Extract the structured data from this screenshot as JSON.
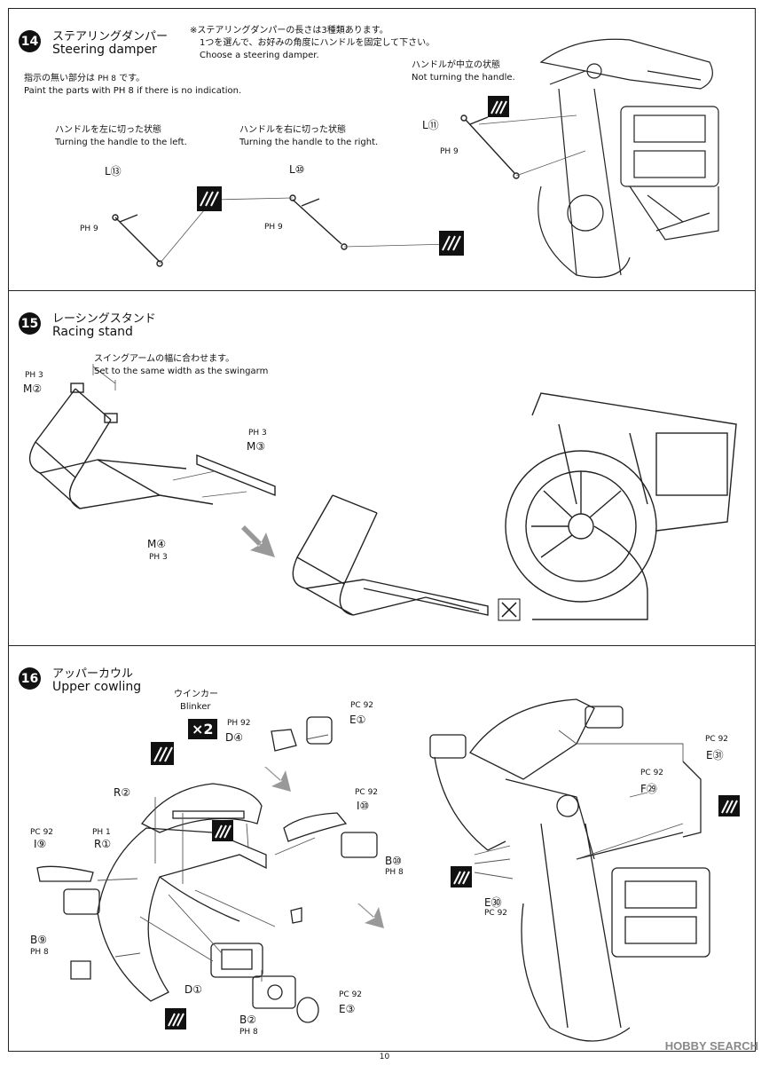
{
  "step14": {
    "num": "14",
    "title_jp": "ステアリングダンパー",
    "title_en": "Steering damper",
    "note_jp_1": "※ステアリングダンパーの長さは3種類あります。",
    "note_jp_2": "1つを選んで、お好みの角度にハンドルを固定して下さい。",
    "note_en": "Choose a steering damper.",
    "paint_jp": "指示の無い部分は",
    "paint_jp_code": "PH 8",
    "paint_jp_end": "です。",
    "paint_en": "Paint the parts with PH 8 if there is no indication.",
    "left_jp": "ハンドルを左に切った状態",
    "left_en": "Turning the handle to the left.",
    "right_jp": "ハンドルを右に切った状態",
    "right_en": "Turning the handle to the right.",
    "neutral_jp": "ハンドルが中立の状態",
    "neutral_en": "Not turning the handle.",
    "part_l13": "L⑬",
    "part_l10": "L⑩",
    "part_l11": "L⑪",
    "paint_ph9": "PH 9"
  },
  "step15": {
    "num": "15",
    "title_jp": "レーシングスタンド",
    "title_en": "Racing stand",
    "note_jp": "スイングアームの幅に合わせます。",
    "note_en": "Set to the same width as the swingarm",
    "part_m2": "M②",
    "part_m3": "M③",
    "part_m4": "M④",
    "paint_ph3": "PH 3"
  },
  "step16": {
    "num": "16",
    "title_jp": "アッパーカウル",
    "title_en": "Upper cowling",
    "blinker_jp": "ウインカー",
    "blinker_en": "Blinker",
    "x2": "×2",
    "part_r2": "R②",
    "part_r1": "R①",
    "part_i9": "I⑨",
    "part_i10": "I⑩",
    "part_b9": "B⑨",
    "part_b10": "B⑩",
    "part_b2": "B②",
    "part_d1": "D①",
    "part_d4": "D④",
    "part_e1": "E①",
    "part_e3": "E③",
    "part_e30": "E㉚",
    "part_e31": "E㉛",
    "part_f29": "F㉙",
    "paint_pc92": "PC 92",
    "paint_ph92": "PH 92",
    "paint_ph8": "PH 8",
    "paint_ph1": "PH 1"
  },
  "footer": {
    "page": "10",
    "watermark": "HOBBY SEARCH"
  }
}
